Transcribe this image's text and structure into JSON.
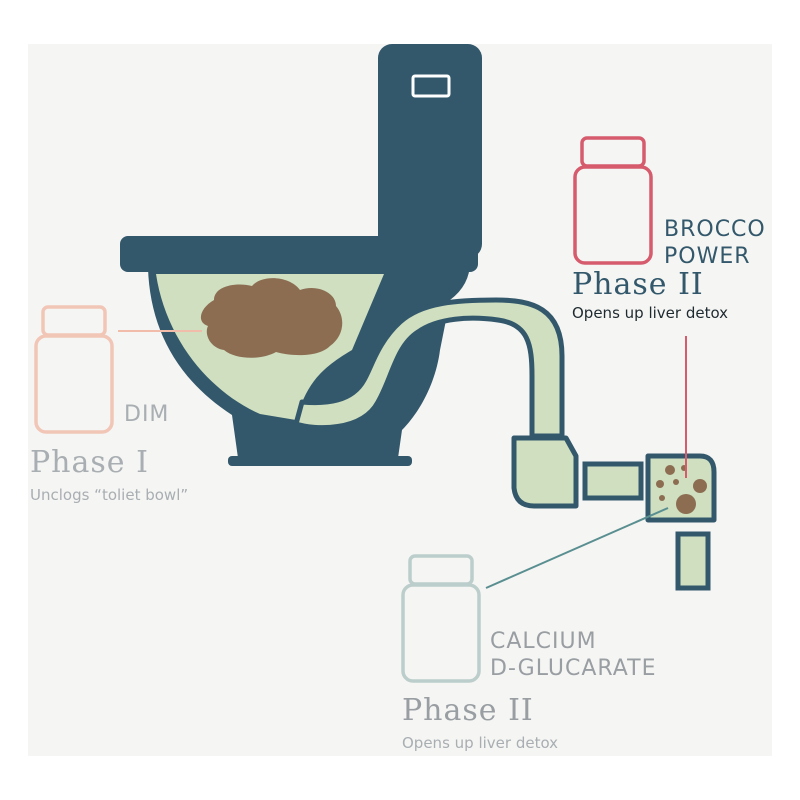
{
  "colors": {
    "background": "#f5f5f3",
    "toilet": "#33586b",
    "water": "#cfdfc0",
    "waste": "#8c6d52",
    "dim_bottle": "#f2c6b6",
    "brocco_bottle": "#d55b6d",
    "calcium_bottle": "#bccecb",
    "dim_text": "#a8aeb2",
    "brocco_text": "#33586b",
    "calcium_text": "#999ea3"
  },
  "icons": {
    "toilet": "toilet-icon",
    "bottle": "supplement-bottle-icon"
  },
  "labels": {
    "dim": {
      "name": "DIM",
      "phase": "Phase I",
      "description": "Unclogs “toliet bowl”"
    },
    "brocco": {
      "name_line1": "BROCCO",
      "name_line2": "POWER",
      "phase": "Phase II",
      "description": "Opens up liver detox"
    },
    "calcium": {
      "name_line1": "CALCIUM",
      "name_line2": "D-GLUCARATE",
      "phase": "Phase II",
      "description": "Opens up liver detox"
    }
  }
}
